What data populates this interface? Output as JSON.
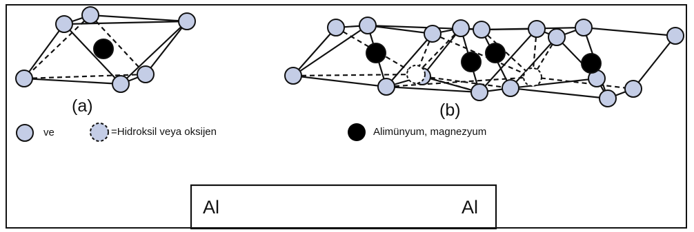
{
  "figure": {
    "label_a": "(a)",
    "label_b": "(b)",
    "legend": {
      "conjunction": "ve",
      "hydroxyl_oxygen": "=Hidroksil veya oksijen",
      "aluminum_magnesium": "Alimünyum, magnezyum"
    },
    "layer_box": {
      "left_label": "Al",
      "right_label": "Al"
    }
  },
  "colors": {
    "anion_fill": "#c4cde6",
    "cation_fill": "#000000",
    "line": "#111111"
  }
}
